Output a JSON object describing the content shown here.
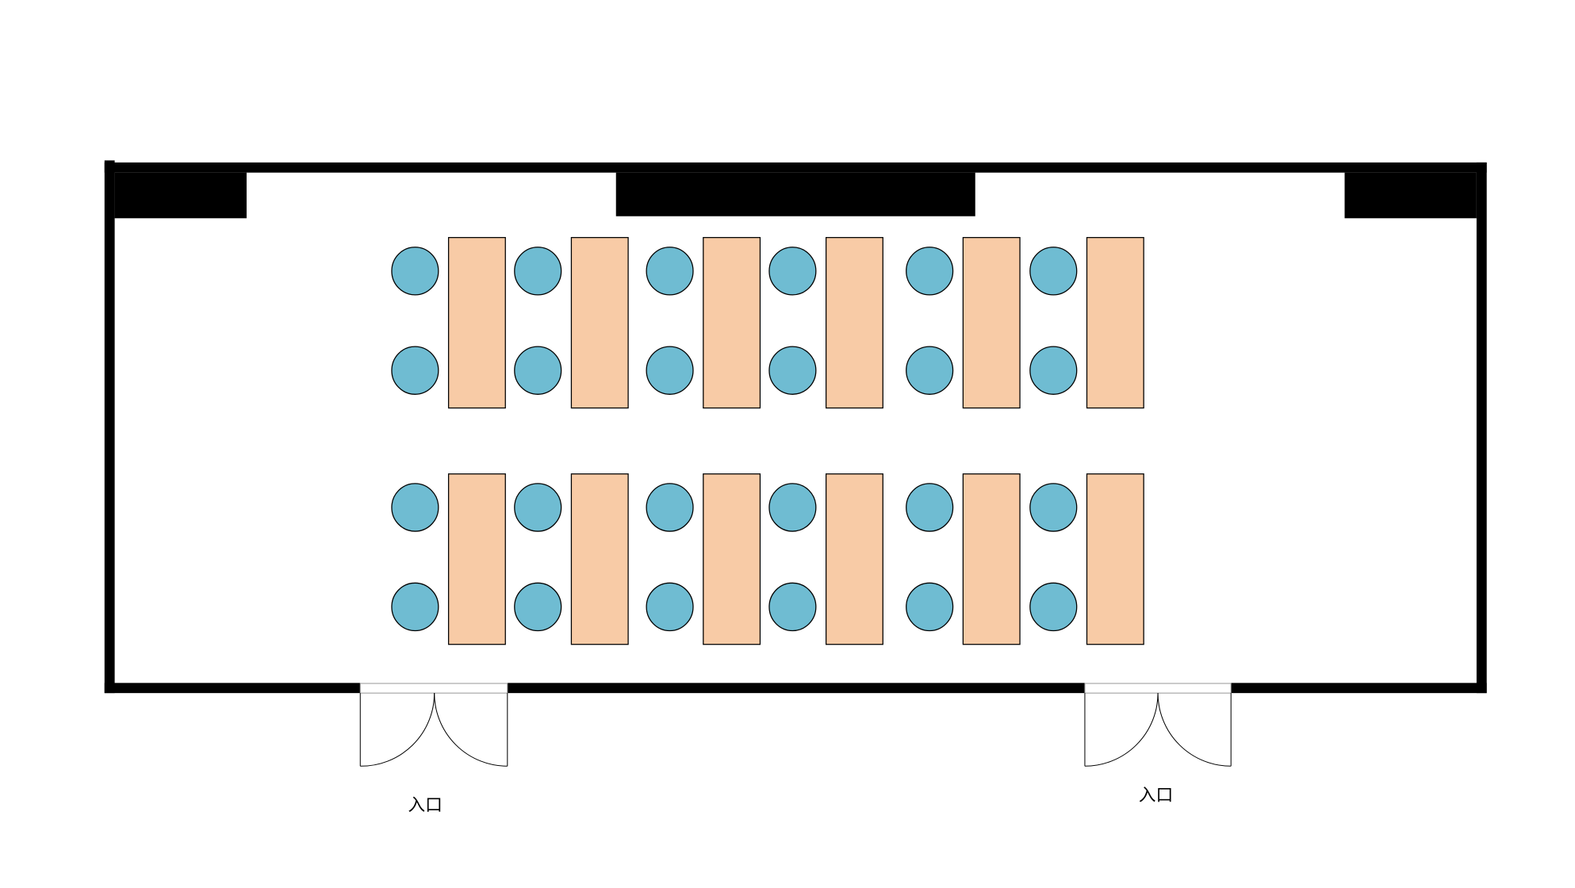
{
  "entrances": [
    {
      "label": "入口"
    },
    {
      "label": "入口"
    }
  ],
  "layout": {
    "table_groups_per_row": 3,
    "tables_per_group": 2,
    "table_rows": 2,
    "chairs_per_table": 2
  },
  "colors": {
    "wall": "#000000",
    "table": "#f8cba6",
    "chair": "#6fbcd2",
    "outline": "#000000",
    "background": "#ffffff"
  }
}
